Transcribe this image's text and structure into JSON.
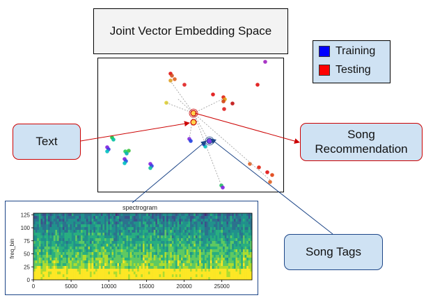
{
  "title": "Joint Vector Embedding Space",
  "legend": [
    {
      "label": "Training",
      "color": "#0000ff"
    },
    {
      "label": "Testing",
      "color": "#ff0000"
    }
  ],
  "nodes": {
    "text": "Text",
    "song_tags": "Song Tags",
    "recommendation_line1": "Song",
    "recommendation_line2": "Recommendation"
  },
  "colors": {
    "node_fill": "#cfe2f3",
    "red_arrow": "#cc0000",
    "blue_arrow": "#1c4587"
  },
  "chart_data": {
    "type": "heatmap",
    "title": "spectrogram",
    "xlabel": "",
    "ylabel": "freq_bin",
    "xlim": [
      0,
      29000
    ],
    "ylim": [
      0,
      128
    ],
    "x_ticks": [
      "0",
      "5000",
      "10000",
      "15000",
      "20000",
      "25000"
    ],
    "y_ticks": [
      "0",
      "25",
      "50",
      "75",
      "100",
      "125"
    ]
  }
}
